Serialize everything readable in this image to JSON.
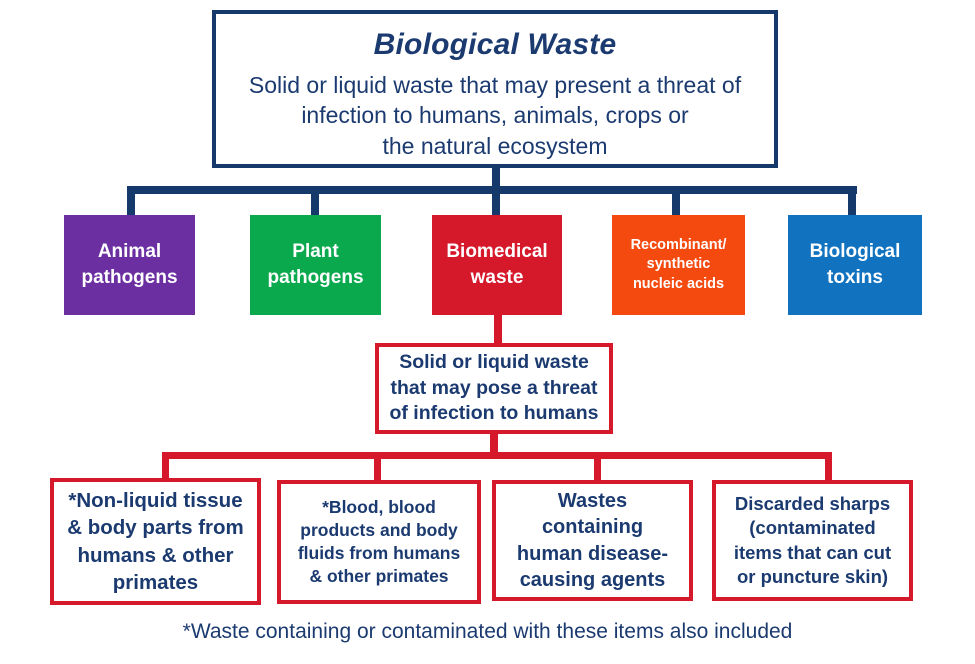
{
  "root": {
    "title": "Biological Waste",
    "subtitle": "Solid or liquid waste that may present a threat of\ninfection to humans, animals, crops or\nthe natural ecosystem"
  },
  "categories": [
    {
      "id": "animal-pathogens",
      "label": "Animal\npathogens",
      "color": "#6B2FA2"
    },
    {
      "id": "plant-pathogens",
      "label": "Plant\npathogens",
      "color": "#0BA94E"
    },
    {
      "id": "biomedical-waste",
      "label": "Biomedical\nwaste",
      "color": "#D6182B"
    },
    {
      "id": "recombinant",
      "label": "Recombinant/\nsynthetic\nnucleic acids",
      "color": "#F4490F"
    },
    {
      "id": "biological-toxins",
      "label": "Biological\ntoxins",
      "color": "#1173BF"
    }
  ],
  "biomedical": {
    "definition": "Solid or liquid waste\nthat may pose a threat\nof infection to humans",
    "types": [
      "*Non-liquid tissue\n& body parts from\nhumans & other\nprimates",
      "*Blood, blood\nproducts and body\nfluids from humans\n& other primates",
      "Wastes\ncontaining\nhuman disease-\ncausing agents",
      "Discarded sharps\n(contaminated\nitems that can cut\nor puncture skin)"
    ]
  },
  "footnote": "*Waste containing or contaminated with these items also included",
  "colors": {
    "navy_line": "#16396B",
    "navy_text": "#1B3A70",
    "red_line": "#D6182B",
    "background": "#FFFFFF",
    "category_text": "#FFFFFF"
  }
}
